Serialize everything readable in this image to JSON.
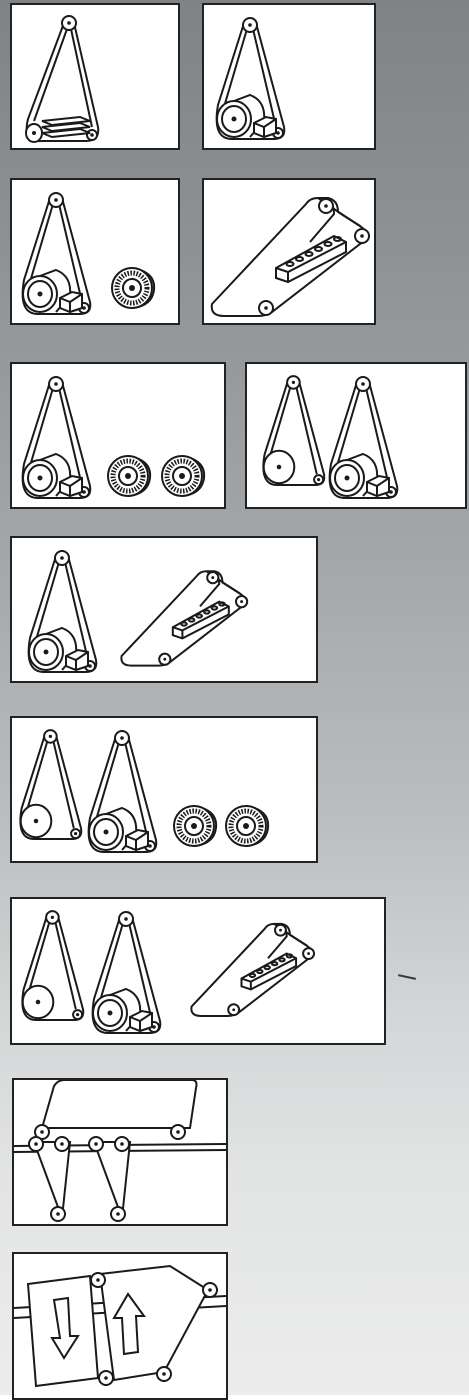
{
  "figure": {
    "panels": [
      {
        "id": "p1",
        "components": [
          "belt-grinder-with-part-stack"
        ]
      },
      {
        "id": "p2",
        "components": [
          "belt-grinder-with-contact-wheel"
        ]
      },
      {
        "id": "p3",
        "components": [
          "belt-grinder-with-contact-wheel",
          "brush-roll"
        ]
      },
      {
        "id": "p4",
        "components": [
          "wide-belt-unit-with-workpiece"
        ]
      },
      {
        "id": "p5",
        "components": [
          "belt-grinder-with-contact-wheel",
          "brush-roll",
          "brush-roll"
        ]
      },
      {
        "id": "p6",
        "components": [
          "belt-grinder",
          "belt-grinder-with-contact-wheel"
        ]
      },
      {
        "id": "p7",
        "components": [
          "belt-grinder-with-contact-wheel",
          "wide-belt-unit-with-workpiece"
        ]
      },
      {
        "id": "p8",
        "components": [
          "belt-grinder",
          "belt-grinder-with-contact-wheel",
          "brush-roll",
          "brush-roll"
        ]
      },
      {
        "id": "p9",
        "components": [
          "belt-grinder",
          "belt-grinder-with-contact-wheel",
          "wide-belt-unit-with-workpiece"
        ]
      },
      {
        "id": "p10",
        "components": [
          "conveyor",
          "twin-belt-heads"
        ]
      },
      {
        "id": "p11",
        "components": [
          "conveyor",
          "oscillating-belt-heads"
        ],
        "arrows": [
          "down",
          "up"
        ]
      }
    ],
    "colors": {
      "background_dark": "#7f8385",
      "background_light": "#ececec",
      "line": "#1a1a1a",
      "panel": "#ffffff"
    }
  }
}
